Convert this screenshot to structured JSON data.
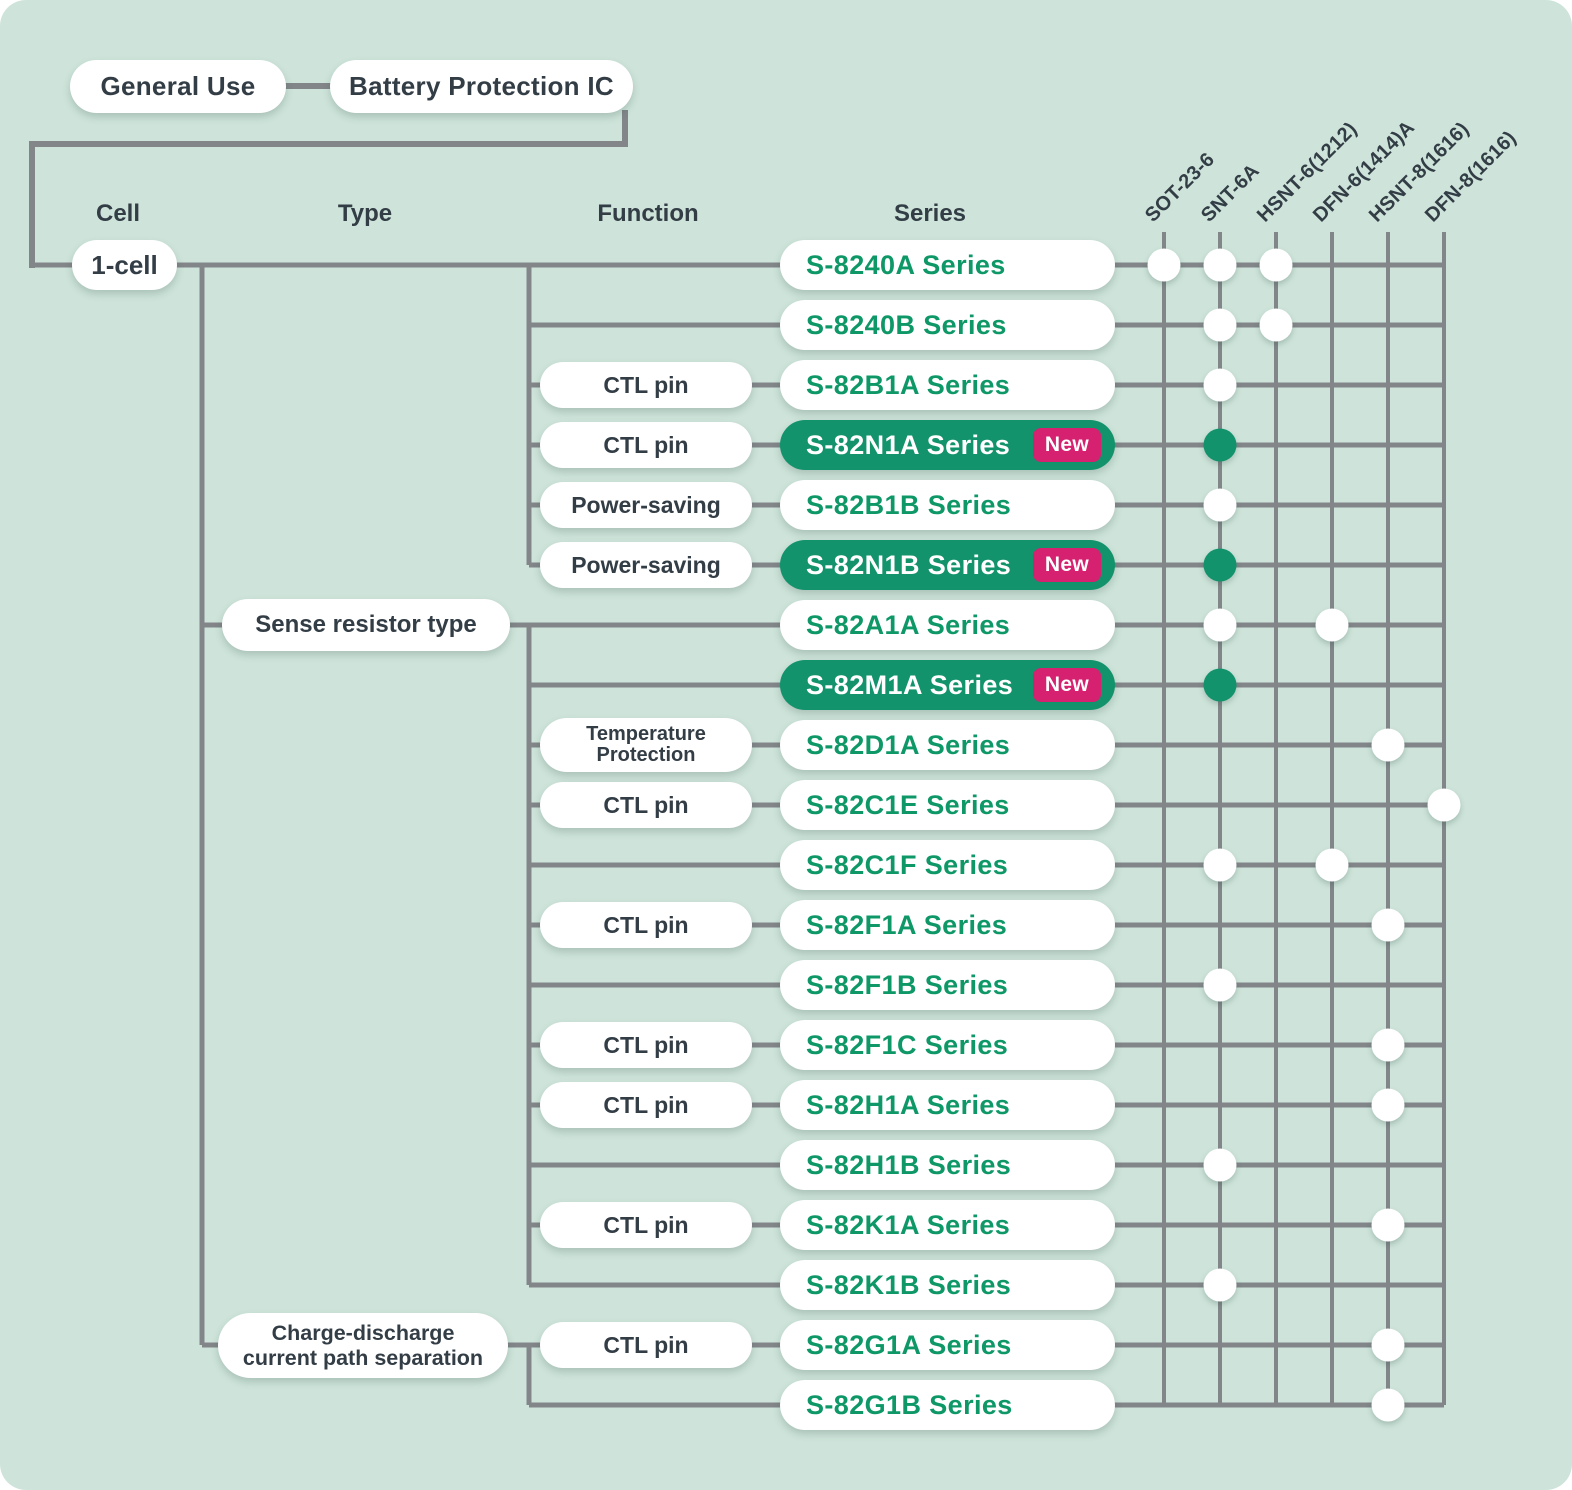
{
  "breadcrumb": {
    "general_use": "General Use",
    "battery_protection_ic": "Battery Protection IC"
  },
  "column_headers": {
    "cell": "Cell",
    "type": "Type",
    "function": "Function",
    "series": "Series"
  },
  "cell": {
    "label": "1-cell"
  },
  "types": {
    "sense": {
      "lines": [
        "Sense resistor type"
      ]
    },
    "charge": {
      "lines": [
        "Charge-discharge",
        "current path separation"
      ]
    }
  },
  "packages": [
    "SOT-23-6",
    "SNT-6A",
    "HSNT-6(1212)",
    "DFN-6(1414)A",
    "HSNT-8(1616)",
    "DFN-8(1616)"
  ],
  "labels": {
    "new": "New"
  },
  "colors": {
    "background": "#cee4da",
    "line_gray": "#828689",
    "dark_text": "#333d45",
    "series_green_text": "#0e9767",
    "new_pill_green": "#12936b",
    "new_badge_pink": "#d62070",
    "dot_white": "#ffffff",
    "dot_green": "#12936b"
  },
  "rows": [
    {
      "series": "S-8240A Series",
      "func_lines": [],
      "branch": "cell",
      "new": false,
      "dots": [
        0,
        1,
        2
      ]
    },
    {
      "series": "S-8240B Series",
      "func_lines": [],
      "branch": "function",
      "new": false,
      "dots": [
        1,
        2
      ]
    },
    {
      "series": "S-82B1A Series",
      "func_lines": [
        "CTL pin"
      ],
      "branch": "function",
      "new": false,
      "dots": [
        1
      ]
    },
    {
      "series": "S-82N1A Series",
      "func_lines": [
        "CTL pin"
      ],
      "branch": "function",
      "new": true,
      "dots": [
        1
      ]
    },
    {
      "series": "S-82B1B Series",
      "func_lines": [
        "Power-saving"
      ],
      "branch": "function",
      "new": false,
      "dots": [
        1
      ]
    },
    {
      "series": "S-82N1B Series",
      "func_lines": [
        "Power-saving"
      ],
      "branch": "function",
      "new": true,
      "dots": [
        1
      ]
    },
    {
      "series": "S-82A1A Series",
      "func_lines": [],
      "branch": "type",
      "new": false,
      "dots": [
        1,
        3
      ]
    },
    {
      "series": "S-82M1A Series",
      "func_lines": [],
      "branch": "function",
      "new": true,
      "dots": [
        1
      ]
    },
    {
      "series": "S-82D1A Series",
      "func_lines": [
        "Temperature",
        "Protection"
      ],
      "branch": "function",
      "new": false,
      "dots": [
        4
      ]
    },
    {
      "series": "S-82C1E Series",
      "func_lines": [
        "CTL pin"
      ],
      "branch": "function",
      "new": false,
      "dots": [
        5
      ]
    },
    {
      "series": "S-82C1F Series",
      "func_lines": [],
      "branch": "function",
      "new": false,
      "dots": [
        1,
        3
      ]
    },
    {
      "series": "S-82F1A Series",
      "func_lines": [
        "CTL pin"
      ],
      "branch": "function",
      "new": false,
      "dots": [
        4
      ]
    },
    {
      "series": "S-82F1B Series",
      "func_lines": [],
      "branch": "function",
      "new": false,
      "dots": [
        1
      ]
    },
    {
      "series": "S-82F1C Series",
      "func_lines": [
        "CTL pin"
      ],
      "branch": "function",
      "new": false,
      "dots": [
        4
      ]
    },
    {
      "series": "S-82H1A Series",
      "func_lines": [
        "CTL pin"
      ],
      "branch": "function",
      "new": false,
      "dots": [
        4
      ]
    },
    {
      "series": "S-82H1B Series",
      "func_lines": [],
      "branch": "function",
      "new": false,
      "dots": [
        1
      ]
    },
    {
      "series": "S-82K1A Series",
      "func_lines": [
        "CTL pin"
      ],
      "branch": "function",
      "new": false,
      "dots": [
        4
      ]
    },
    {
      "series": "S-82K1B Series",
      "func_lines": [],
      "branch": "function",
      "new": false,
      "dots": [
        1
      ]
    },
    {
      "series": "S-82G1A Series",
      "func_lines": [
        "CTL pin"
      ],
      "branch": "type",
      "new": false,
      "dots": [
        4
      ]
    },
    {
      "series": "S-82G1B Series",
      "func_lines": [],
      "branch": "function",
      "new": false,
      "dots": [
        4
      ]
    }
  ]
}
